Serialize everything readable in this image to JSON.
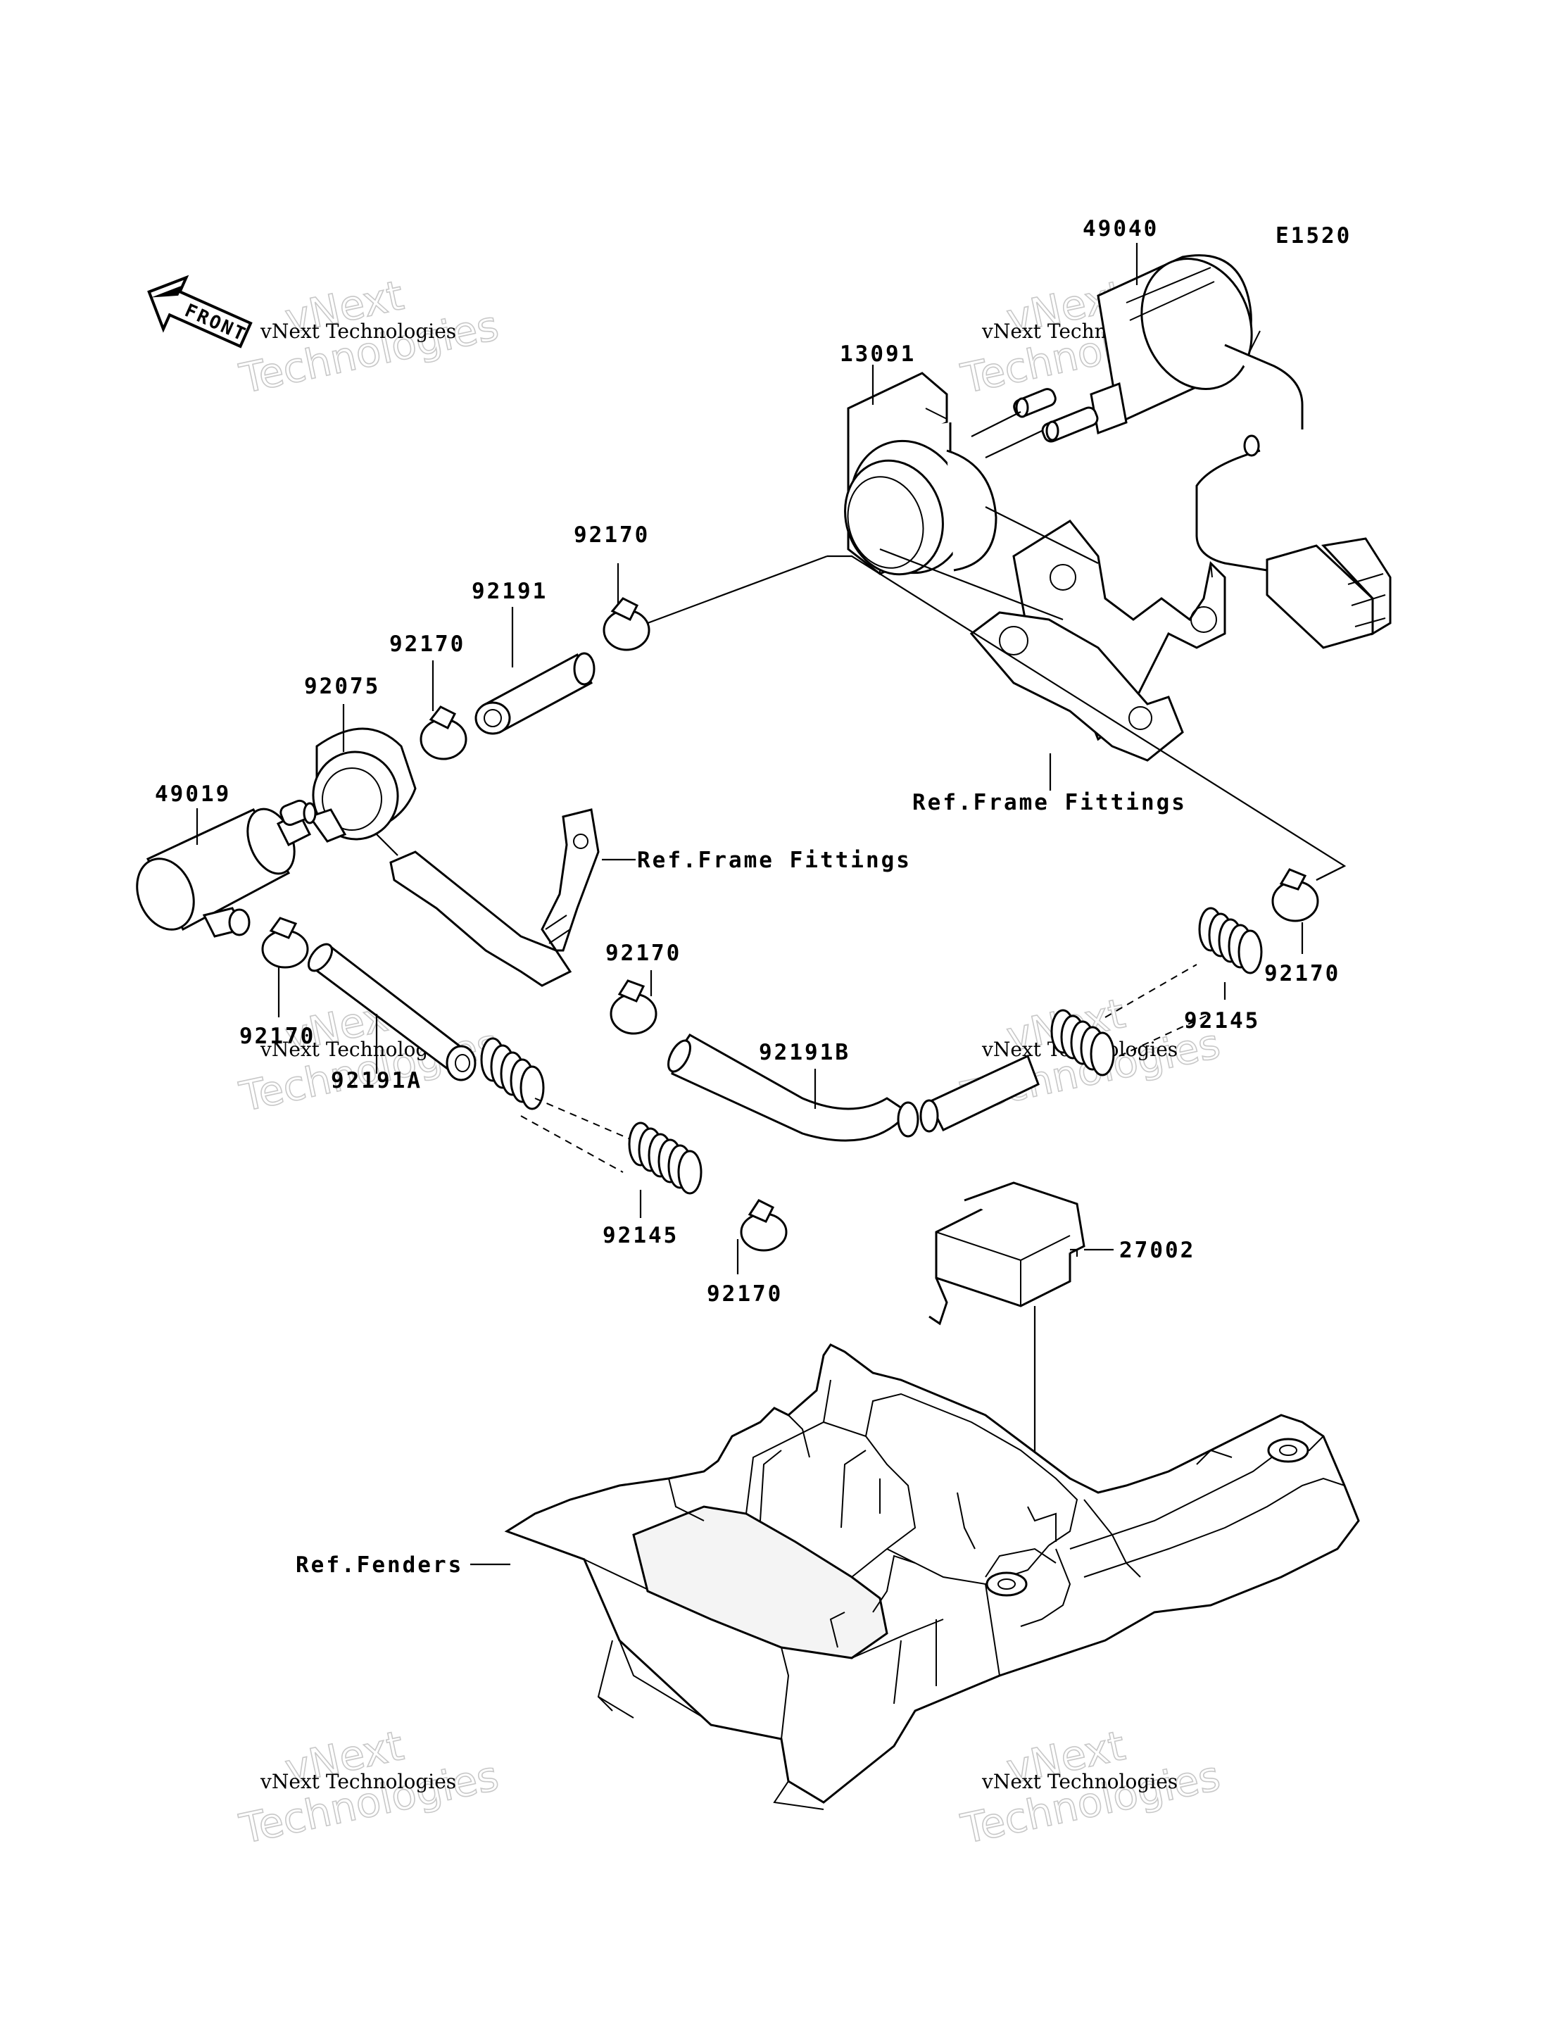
{
  "diagram": {
    "code": "E1520",
    "front_arrow_text": "FRONT",
    "part_numbers": {
      "p49040": "49040",
      "p13091": "13091",
      "p92170_a": "92170",
      "p92191": "92191",
      "p92170_b": "92170",
      "p92075": "92075",
      "p49019": "49019",
      "p92170_c": "92170",
      "p92191a": "92191A",
      "p92145_a": "92145",
      "p92170_d": "92170",
      "p92170_e": "92170",
      "p92191b": "92191B",
      "p92145_b": "92145",
      "p92170_f": "92170",
      "p27002": "27002"
    },
    "references": {
      "frame_fittings_1": "Ref.Frame Fittings",
      "frame_fittings_2": "Ref.Frame Fittings",
      "fenders": "Ref.Fenders"
    }
  },
  "watermarks": [
    {
      "line1": "vNext Technologies",
      "line2": "Technologies",
      "line3": "vNext"
    },
    {
      "line1": "vNext Technologies",
      "line2": "Technologies",
      "line3": "vNext"
    },
    {
      "line1": "vNext Technologies",
      "line2": "Technologies",
      "line3": "vNext"
    },
    {
      "line1": "vNext Technologies",
      "line2": "Technologies",
      "line3": "vNext"
    },
    {
      "line1": "vNext Technologies",
      "line2": "Technologies",
      "line3": "vNext"
    },
    {
      "line1": "vNext Technologies",
      "line2": "Technologies",
      "line3": "vNext"
    }
  ]
}
